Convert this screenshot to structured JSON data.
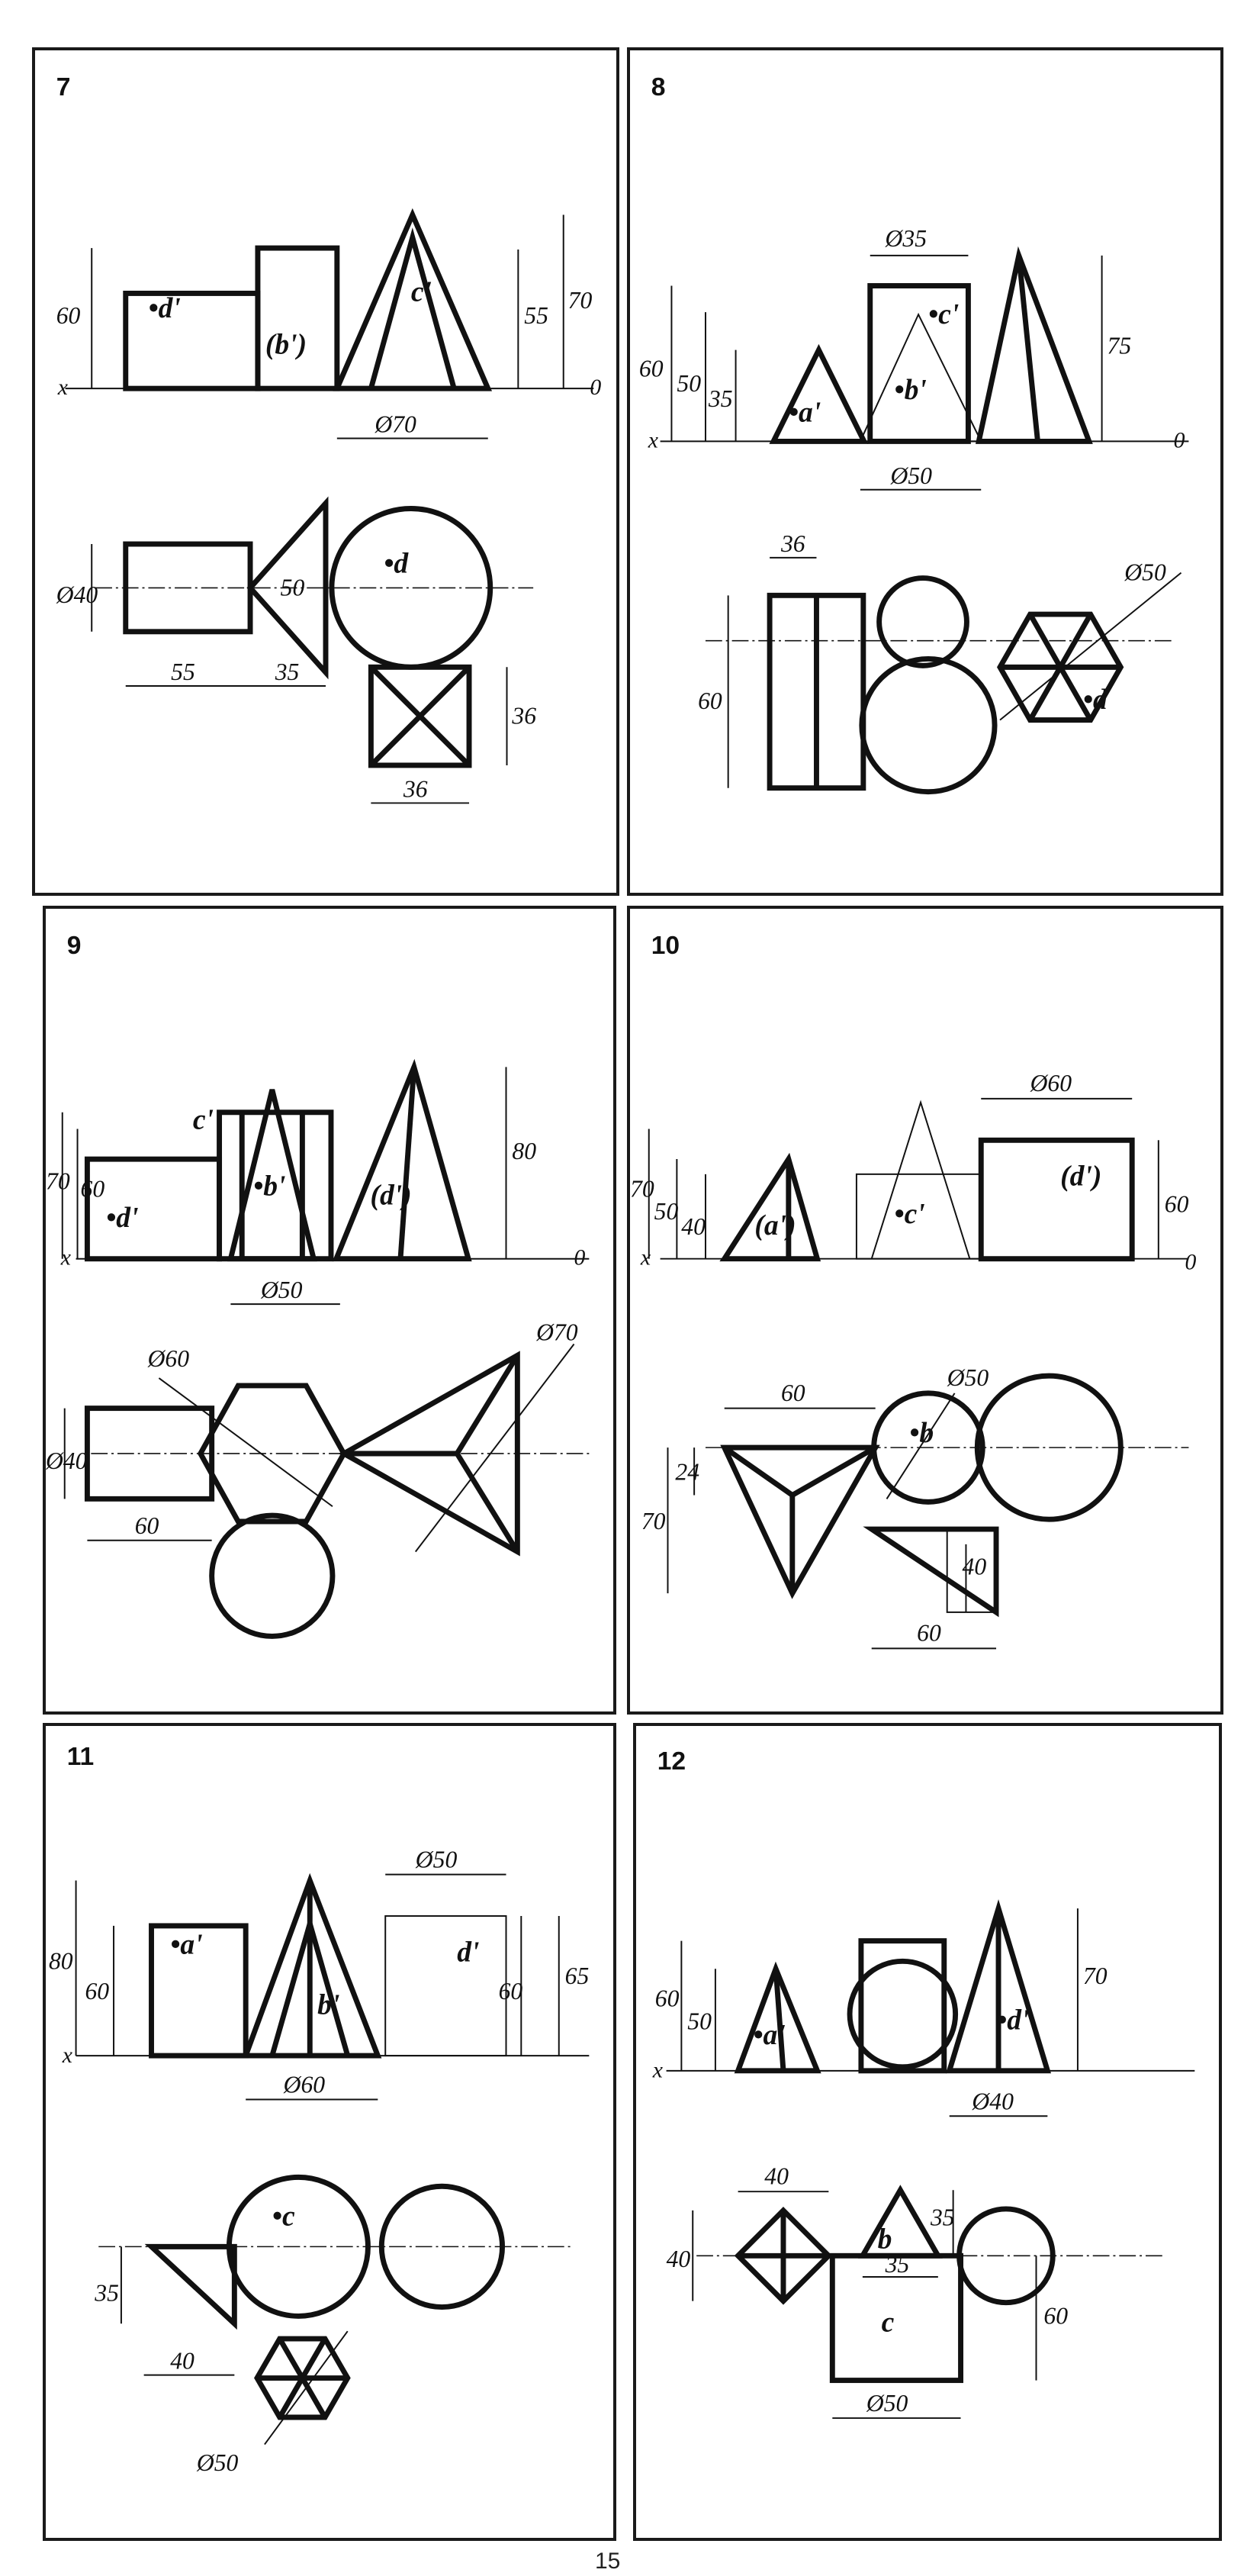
{
  "page": {
    "page_number": "15"
  },
  "panels": [
    {
      "number": "7",
      "labels": {
        "d1": "•d'",
        "b1": "(b')",
        "c1": "c'",
        "d": "•d",
        "x": "x",
        "zero": "0"
      },
      "dims": {
        "h60": "60",
        "h55": "55",
        "h70": "70",
        "d70": "Ø70",
        "d40": "Ø40",
        "d50": "50",
        "l55": "55",
        "l35": "35",
        "s36h": "36",
        "s36w": "36"
      }
    },
    {
      "number": "8",
      "labels": {
        "a1": "•a'",
        "b1": "•b'",
        "c1": "•c'",
        "d": "•d",
        "x": "x",
        "zero": "0"
      },
      "dims": {
        "h60": "60",
        "h50": "50",
        "h35": "35",
        "h75": "75",
        "d35": "Ø35",
        "d50": "Ø50",
        "d50b": "Ø50",
        "l36": "36",
        "h60b": "60"
      }
    },
    {
      "number": "9",
      "labels": {
        "c1": "c'",
        "d1": "•d'",
        "b1": "•b'",
        "dd1": "(d')",
        "x": "x",
        "zero": "0"
      },
      "dims": {
        "h70": "70",
        "h60": "60",
        "h80": "80",
        "d50": "Ø50",
        "d60": "Ø60",
        "d70": "Ø70",
        "d40": "Ø40",
        "l60": "60"
      }
    },
    {
      "number": "10",
      "labels": {
        "a1": "(a')",
        "c1": "•c'",
        "d1": "(d')",
        "b": "•b",
        "x": "x",
        "zero": "0"
      },
      "dims": {
        "h70": "70",
        "h50": "50",
        "h40": "40",
        "h60": "60",
        "d60": "Ø60",
        "d50": "Ø50",
        "l60": "60",
        "h24": "24",
        "h70b": "70",
        "s40": "40",
        "l60b": "60"
      }
    },
    {
      "number": "11",
      "labels": {
        "a1": "•a'",
        "b1": "b'",
        "d1": "d'",
        "c": "•c",
        "x": "x"
      },
      "dims": {
        "h80": "80",
        "h60": "60",
        "d60": "Ø60",
        "d50": "Ø50",
        "h60b": "60",
        "h65": "65",
        "h35": "35",
        "l40": "40",
        "d50b": "Ø50"
      }
    },
    {
      "number": "12",
      "labels": {
        "a1": "•a'",
        "d1": "•d'",
        "b": "b",
        "c": "c",
        "x": "x"
      },
      "dims": {
        "h60": "60",
        "h50": "50",
        "h70": "70",
        "d40": "Ø40",
        "l40": "40",
        "h40": "40",
        "h35": "35",
        "l35": "35",
        "h60b": "60",
        "d50": "Ø50"
      }
    }
  ]
}
